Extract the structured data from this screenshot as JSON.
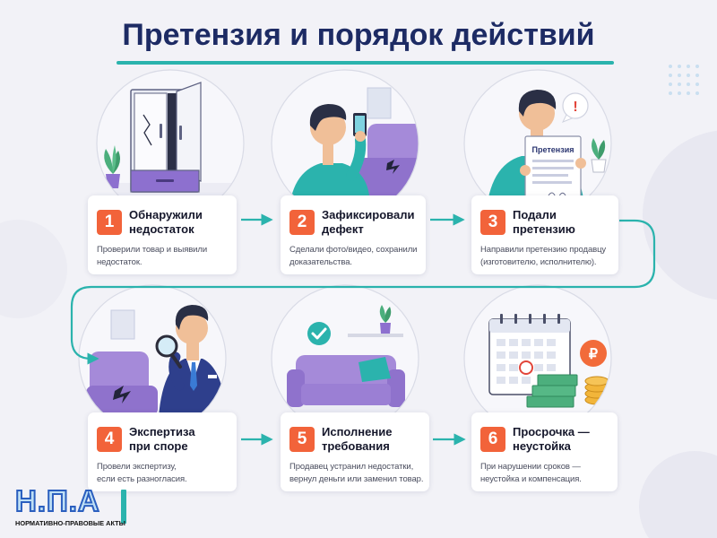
{
  "title": "Претензия и порядок действий",
  "colors": {
    "accent": "#2bb3ad",
    "badge": "#f2633a",
    "title": "#1d2b64",
    "illustration_purple": "#9b7fd4",
    "background": "#f2f2f7"
  },
  "steps": [
    {
      "number": "1",
      "title_line1": "Обнаружили",
      "title_line2": "недостаток",
      "desc_line1": "Проверили товар и выявили",
      "desc_line2": "недостаток."
    },
    {
      "number": "2",
      "title_line1": "Зафиксировали",
      "title_line2": "дефект",
      "desc_line1": "Сделали фото/видео, сохранили",
      "desc_line2": "доказательства."
    },
    {
      "number": "3",
      "title_line1": "Подали",
      "title_line2": "претензию",
      "desc_line1": "Направили претензию продавцу",
      "desc_line2": "(изготовителю, исполнителю)."
    },
    {
      "number": "4",
      "title_line1": "Экспертиза",
      "title_line2": "при споре",
      "desc_line1": "Провели экспертизу,",
      "desc_line2": "если есть разногласия."
    },
    {
      "number": "5",
      "title_line1": "Исполнение",
      "title_line2": "требования",
      "desc_line1": "Продавец устранил недостатки,",
      "desc_line2": "вернул деньги или заменил товар."
    },
    {
      "number": "6",
      "title_line1": "Просрочка —",
      "title_line2": "неустойка",
      "desc_line1": "При нарушении сроков —",
      "desc_line2": "неустойка и компенсация."
    }
  ],
  "illustrations": {
    "document_heading": "Претензия",
    "bubble_mark": "!",
    "coin_symbol": "₽"
  },
  "logo": {
    "letters": "Н.П.А",
    "caption": "НОРМАТИВНО-ПРАВОВЫЕ АКТЫ"
  }
}
